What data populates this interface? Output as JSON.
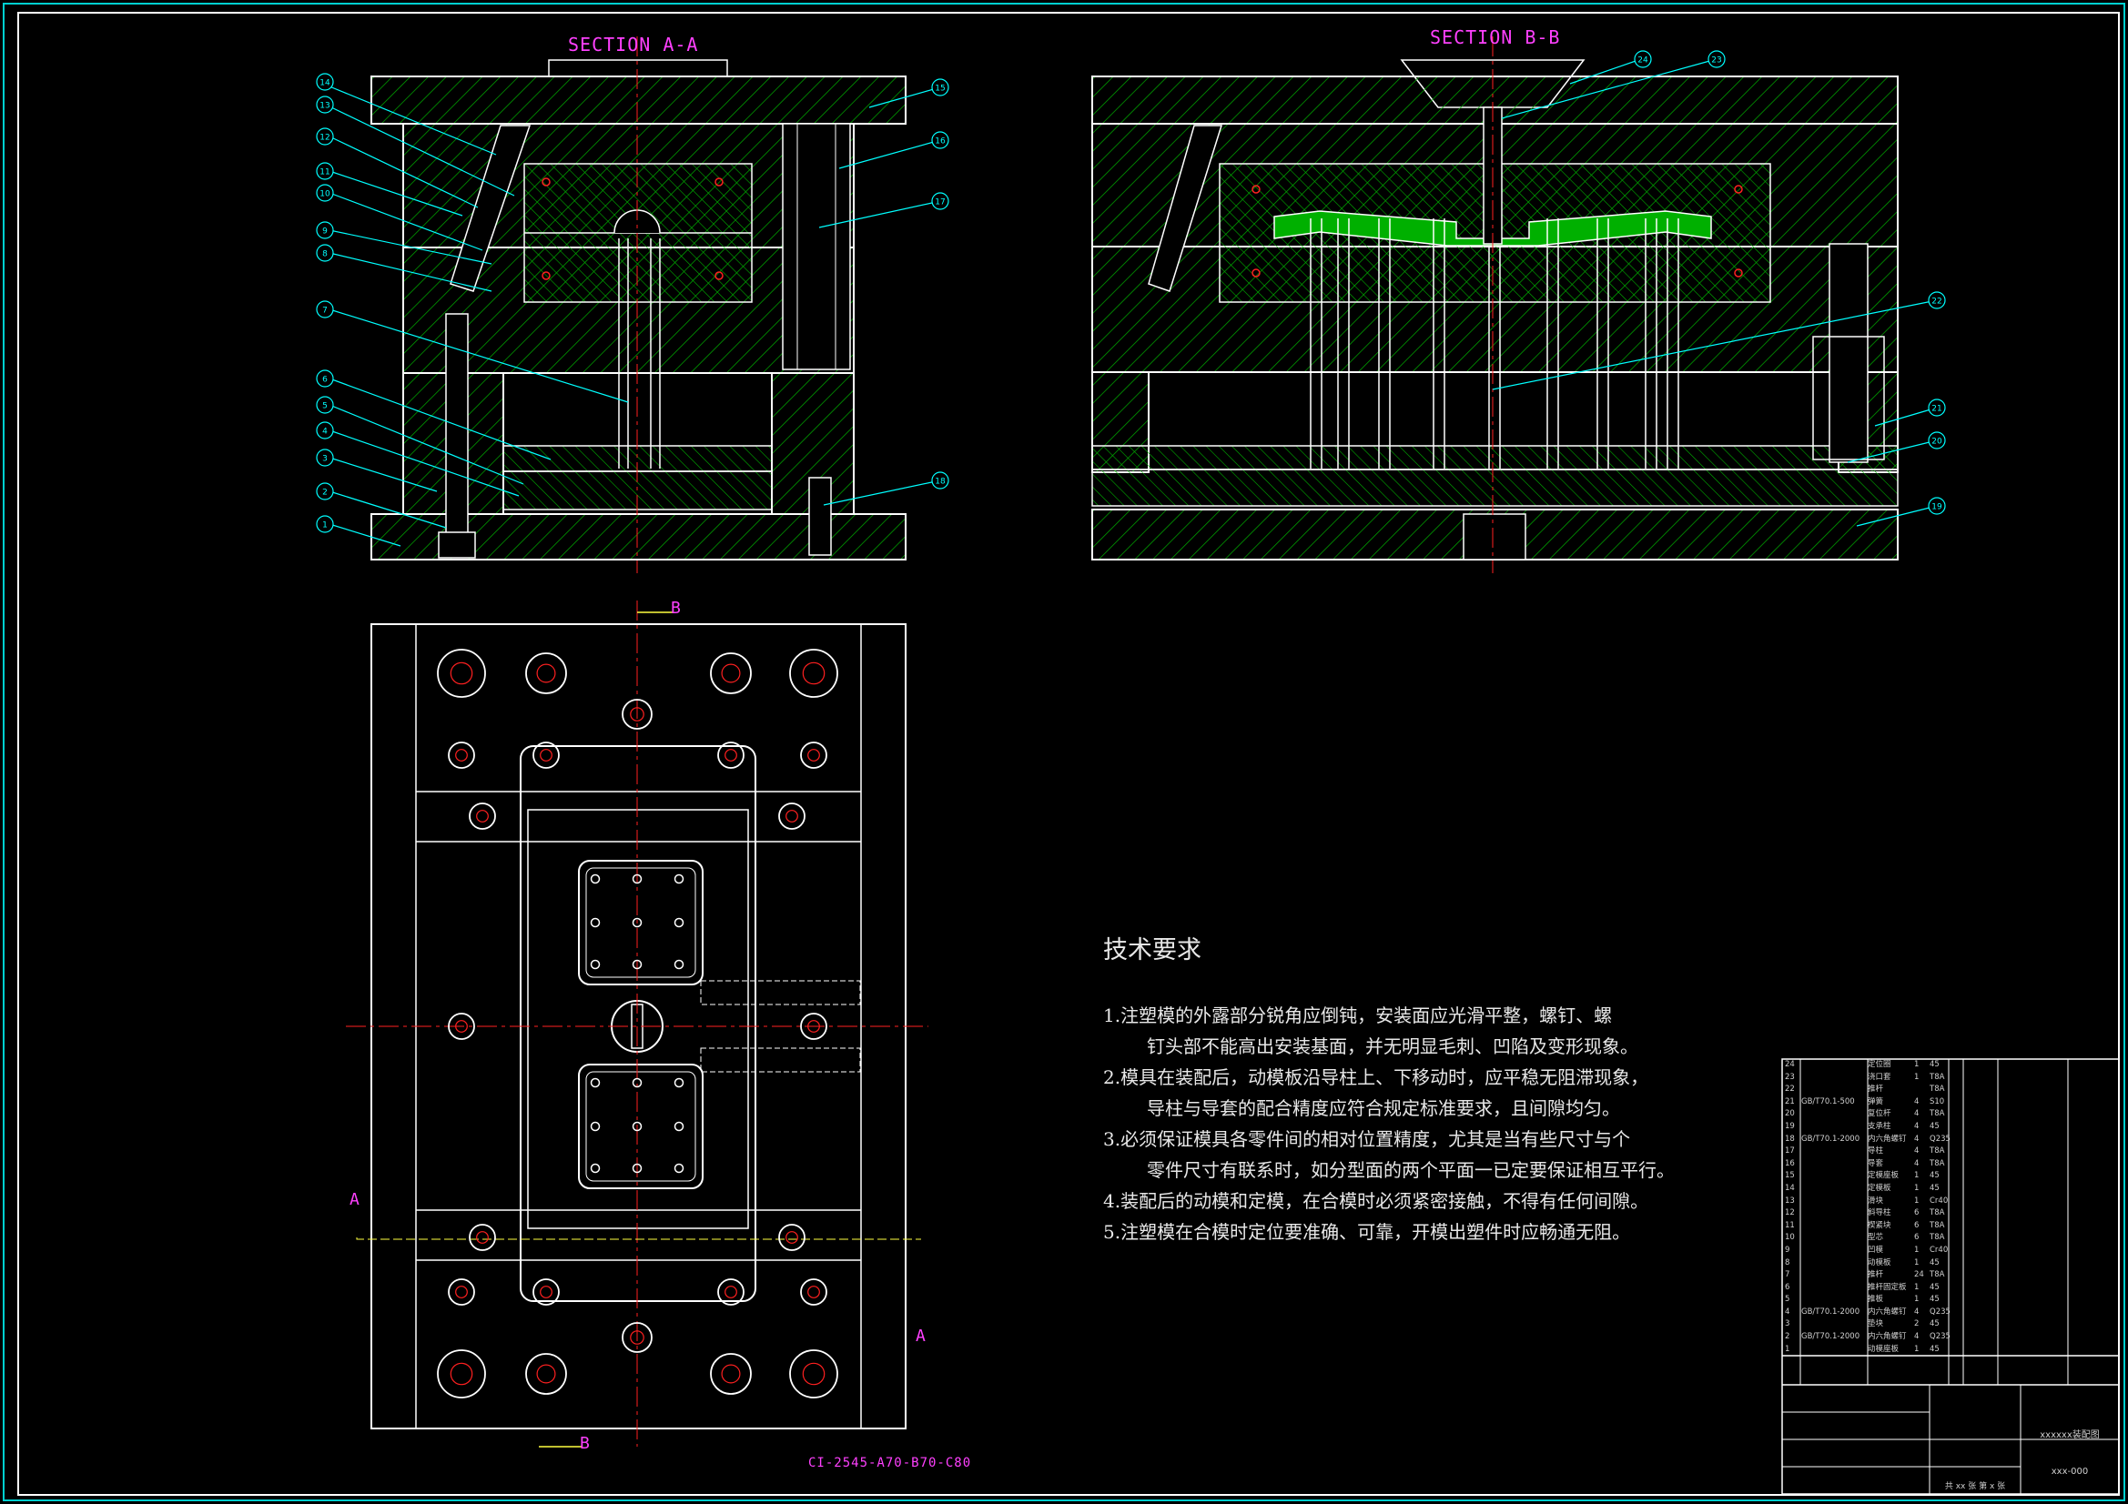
{
  "drawing": {
    "section_a_label": "SECTION A-A",
    "section_b_label": "SECTION B-B",
    "drawing_code": "CI-2545-A70-B70-C80",
    "cut_a_label": "A",
    "cut_b_label": "B"
  },
  "tech_requirements": {
    "title": "技术要求",
    "items": [
      "1.注塑模的外露部分锐角应倒钝，安装面应光滑平整，螺钉、螺",
      "钉头部不能高出安装基面，并无明显毛刺、凹陷及变形现象。",
      "2.模具在装配后，动模板沿导柱上、下移动时，应平稳无阻滞现象，",
      "导柱与导套的配合精度应符合规定标准要求，且间隙均匀。",
      "3.必须保证模具各零件间的相对位置精度，尤其是当有些尺寸与个",
      "零件尺寸有联系时，如分型面的两个平面一已定要保证相互平行。",
      "4.装配后的动模和定模，在合模时必须紧密接触，不得有任何间隙。",
      "5.注塑模在合模时定位要准确、可靠，开模出塑件时应畅通无阻。"
    ]
  },
  "part_balloons_a": [
    "14",
    "13",
    "12",
    "11",
    "10",
    "9",
    "8",
    "7",
    "6",
    "5",
    "4",
    "3",
    "2",
    "1",
    "15",
    "16",
    "17",
    "18"
  ],
  "part_balloons_b": [
    "24",
    "23",
    "22",
    "21",
    "20",
    "19"
  ],
  "bom": [
    {
      "no": "24",
      "std": "",
      "name": "定位圈",
      "qty": "1",
      "mat": "45"
    },
    {
      "no": "23",
      "std": "",
      "name": "浇口套",
      "qty": "1",
      "mat": "T8A"
    },
    {
      "no": "22",
      "std": "",
      "name": "推杆",
      "qty": "",
      "mat": "T8A"
    },
    {
      "no": "21",
      "std": "GB/T70.1-500",
      "name": "弹簧",
      "qty": "4",
      "mat": "S10"
    },
    {
      "no": "20",
      "std": "",
      "name": "复位杆",
      "qty": "4",
      "mat": "T8A"
    },
    {
      "no": "19",
      "std": "",
      "name": "支承柱",
      "qty": "4",
      "mat": "45"
    },
    {
      "no": "18",
      "std": "GB/T70.1-2000",
      "name": "内六角螺钉",
      "qty": "4",
      "mat": "Q235"
    },
    {
      "no": "17",
      "std": "",
      "name": "导柱",
      "qty": "4",
      "mat": "T8A"
    },
    {
      "no": "16",
      "std": "",
      "name": "导套",
      "qty": "4",
      "mat": "T8A"
    },
    {
      "no": "15",
      "std": "",
      "name": "定模座板",
      "qty": "1",
      "mat": "45"
    },
    {
      "no": "14",
      "std": "",
      "name": "定模板",
      "qty": "1",
      "mat": "45"
    },
    {
      "no": "13",
      "std": "",
      "name": "滑块",
      "qty": "1",
      "mat": "Cr40"
    },
    {
      "no": "12",
      "std": "",
      "name": "斜导柱",
      "qty": "6",
      "mat": "T8A"
    },
    {
      "no": "11",
      "std": "",
      "name": "楔紧块",
      "qty": "6",
      "mat": "T8A"
    },
    {
      "no": "10",
      "std": "",
      "name": "型芯",
      "qty": "6",
      "mat": "T8A"
    },
    {
      "no": "9",
      "std": "",
      "name": "凹模",
      "qty": "1",
      "mat": "Cr40"
    },
    {
      "no": "8",
      "std": "",
      "name": "动模板",
      "qty": "1",
      "mat": "45"
    },
    {
      "no": "7",
      "std": "",
      "name": "推杆",
      "qty": "24",
      "mat": "T8A"
    },
    {
      "no": "6",
      "std": "",
      "name": "推杆固定板",
      "qty": "1",
      "mat": "45"
    },
    {
      "no": "5",
      "std": "",
      "name": "推板",
      "qty": "1",
      "mat": "45"
    },
    {
      "no": "4",
      "std": "GB/T70.1-2000",
      "name": "内六角螺钉",
      "qty": "4",
      "mat": "Q235"
    },
    {
      "no": "3",
      "std": "",
      "name": "垫块",
      "qty": "2",
      "mat": "45"
    },
    {
      "no": "2",
      "std": "GB/T70.1-2000",
      "name": "内六角螺钉",
      "qty": "4",
      "mat": "Q235"
    },
    {
      "no": "1",
      "std": "",
      "name": "动模座板",
      "qty": "1",
      "mat": "45"
    }
  ],
  "title_block": {
    "drawing_title": "xxxxxx装配图",
    "drawing_no": "xxx-000",
    "sheet_info": "共 xx 张  第 x 张"
  },
  "colors": {
    "frame": "#00d0d0",
    "outline": "#ffffff",
    "hatch": "#00b000",
    "center_line": "#ff2020",
    "annotation": "#ff40ff",
    "leader": "#00ffff",
    "hidden": "#ffff40"
  }
}
